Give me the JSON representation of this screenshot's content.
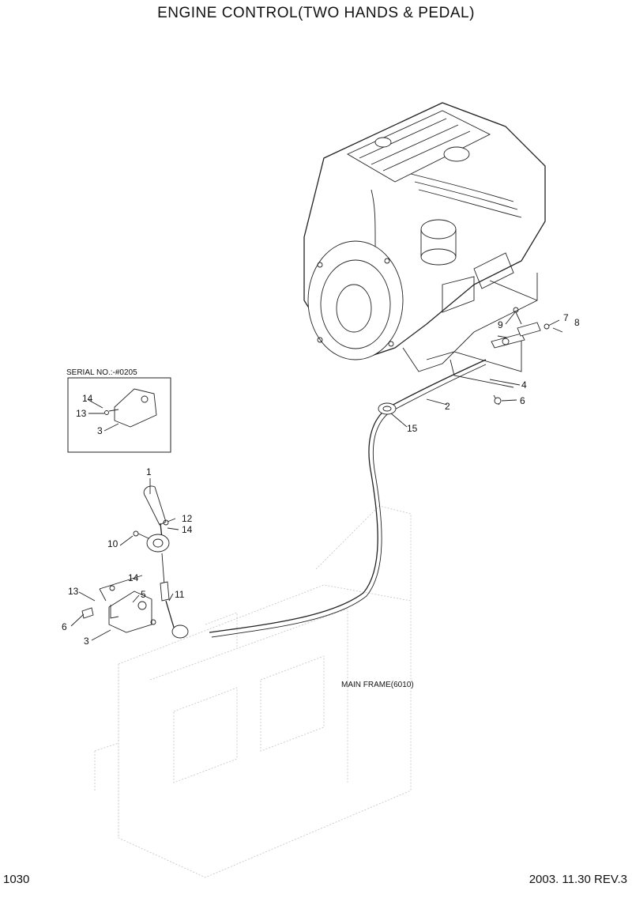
{
  "header": {
    "title": "ENGINE CONTROL(TWO HANDS & PEDAL)"
  },
  "inset": {
    "label": "SERIAL NO.:-#0205"
  },
  "main_frame_label": "MAIN FRAME(6010)",
  "callouts": {
    "c1": "1",
    "c2": "2",
    "c3a": "3",
    "c3b": "3",
    "c4": "4",
    "c5": "5",
    "c6a": "6",
    "c6b": "6",
    "c7": "7",
    "c8": "8",
    "c9": "9",
    "c10": "10",
    "c11": "11",
    "c12": "12",
    "c13a": "13",
    "c13b": "13",
    "c14a": "14",
    "c14b": "14",
    "c14c": "14",
    "c15": "15"
  },
  "footer": {
    "page": "1030",
    "date_rev": "2003. 11.30  REV.3"
  }
}
